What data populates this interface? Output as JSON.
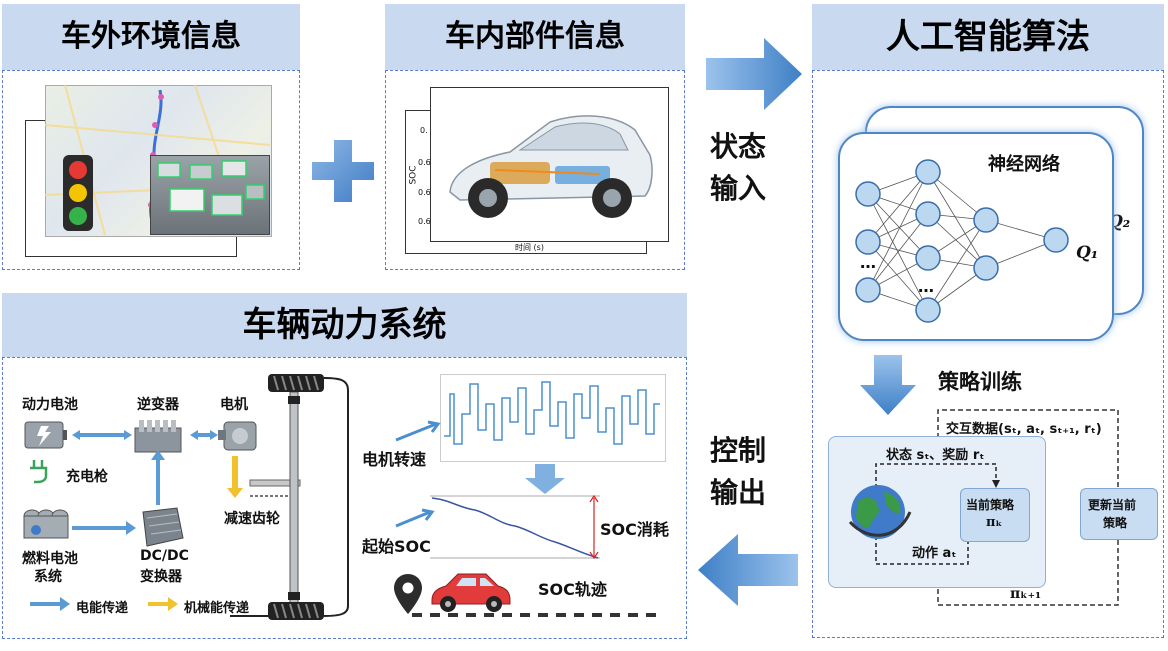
{
  "headers": {
    "external_env": "车外环境信息",
    "vehicle_parts": "车内部件信息",
    "ai_algorithm": "人工智能算法",
    "powertrain": "车辆动力系统"
  },
  "flow": {
    "state_input_line1": "状态",
    "state_input_line2": "输入",
    "control_output_line1": "控制",
    "control_output_line2": "输出"
  },
  "ai": {
    "neural_network": "神经网络",
    "q1": "Q₁",
    "q2": "Q₂",
    "ellipsis_1": "…",
    "ellipsis_2": "…",
    "policy_training": "策略训练",
    "interaction_data": "交互数据(sₜ, aₜ, sₜ₊₁, rₜ)",
    "state_reward": "状态 sₜ、奖励 rₜ",
    "current_policy_line1": "当前策略",
    "current_policy_line2": "πₖ",
    "action": "动作 aₜ",
    "update_policy_line1": "更新当前",
    "update_policy_line2": "策略",
    "pi_k1": "πₖ₊₁"
  },
  "parts_chart": {
    "ylabel": "SOC",
    "xlabel": "时间 (s)",
    "ticks": [
      "0.",
      "0.6",
      "0.6",
      "0.6"
    ]
  },
  "powertrain": {
    "battery": "动力电池",
    "inverter": "逆变器",
    "motor": "电机",
    "charger": "充电枪",
    "reduction_gear": "减速齿轮",
    "fuel_cell_line1": "燃料电池",
    "fuel_cell_line2": "系统",
    "dcdc_line1": "DC/DC",
    "dcdc_line2": "变换器",
    "legend_electric": "电能传递",
    "legend_mechanical": "机械能传递",
    "motor_speed": "电机转速",
    "initial_soc": "起始SOC",
    "soc_consumption": "SOC消耗",
    "soc_trajectory": "SOC轨迹"
  },
  "colors": {
    "header_bg": "#c9daf0",
    "panel_border": "#5a7bd0",
    "arrow_blue": "#4f8fd0",
    "electric_arrow": "#5b9bd5",
    "mechanical_arrow": "#f2c12e",
    "car_red": "#e23b3b"
  }
}
